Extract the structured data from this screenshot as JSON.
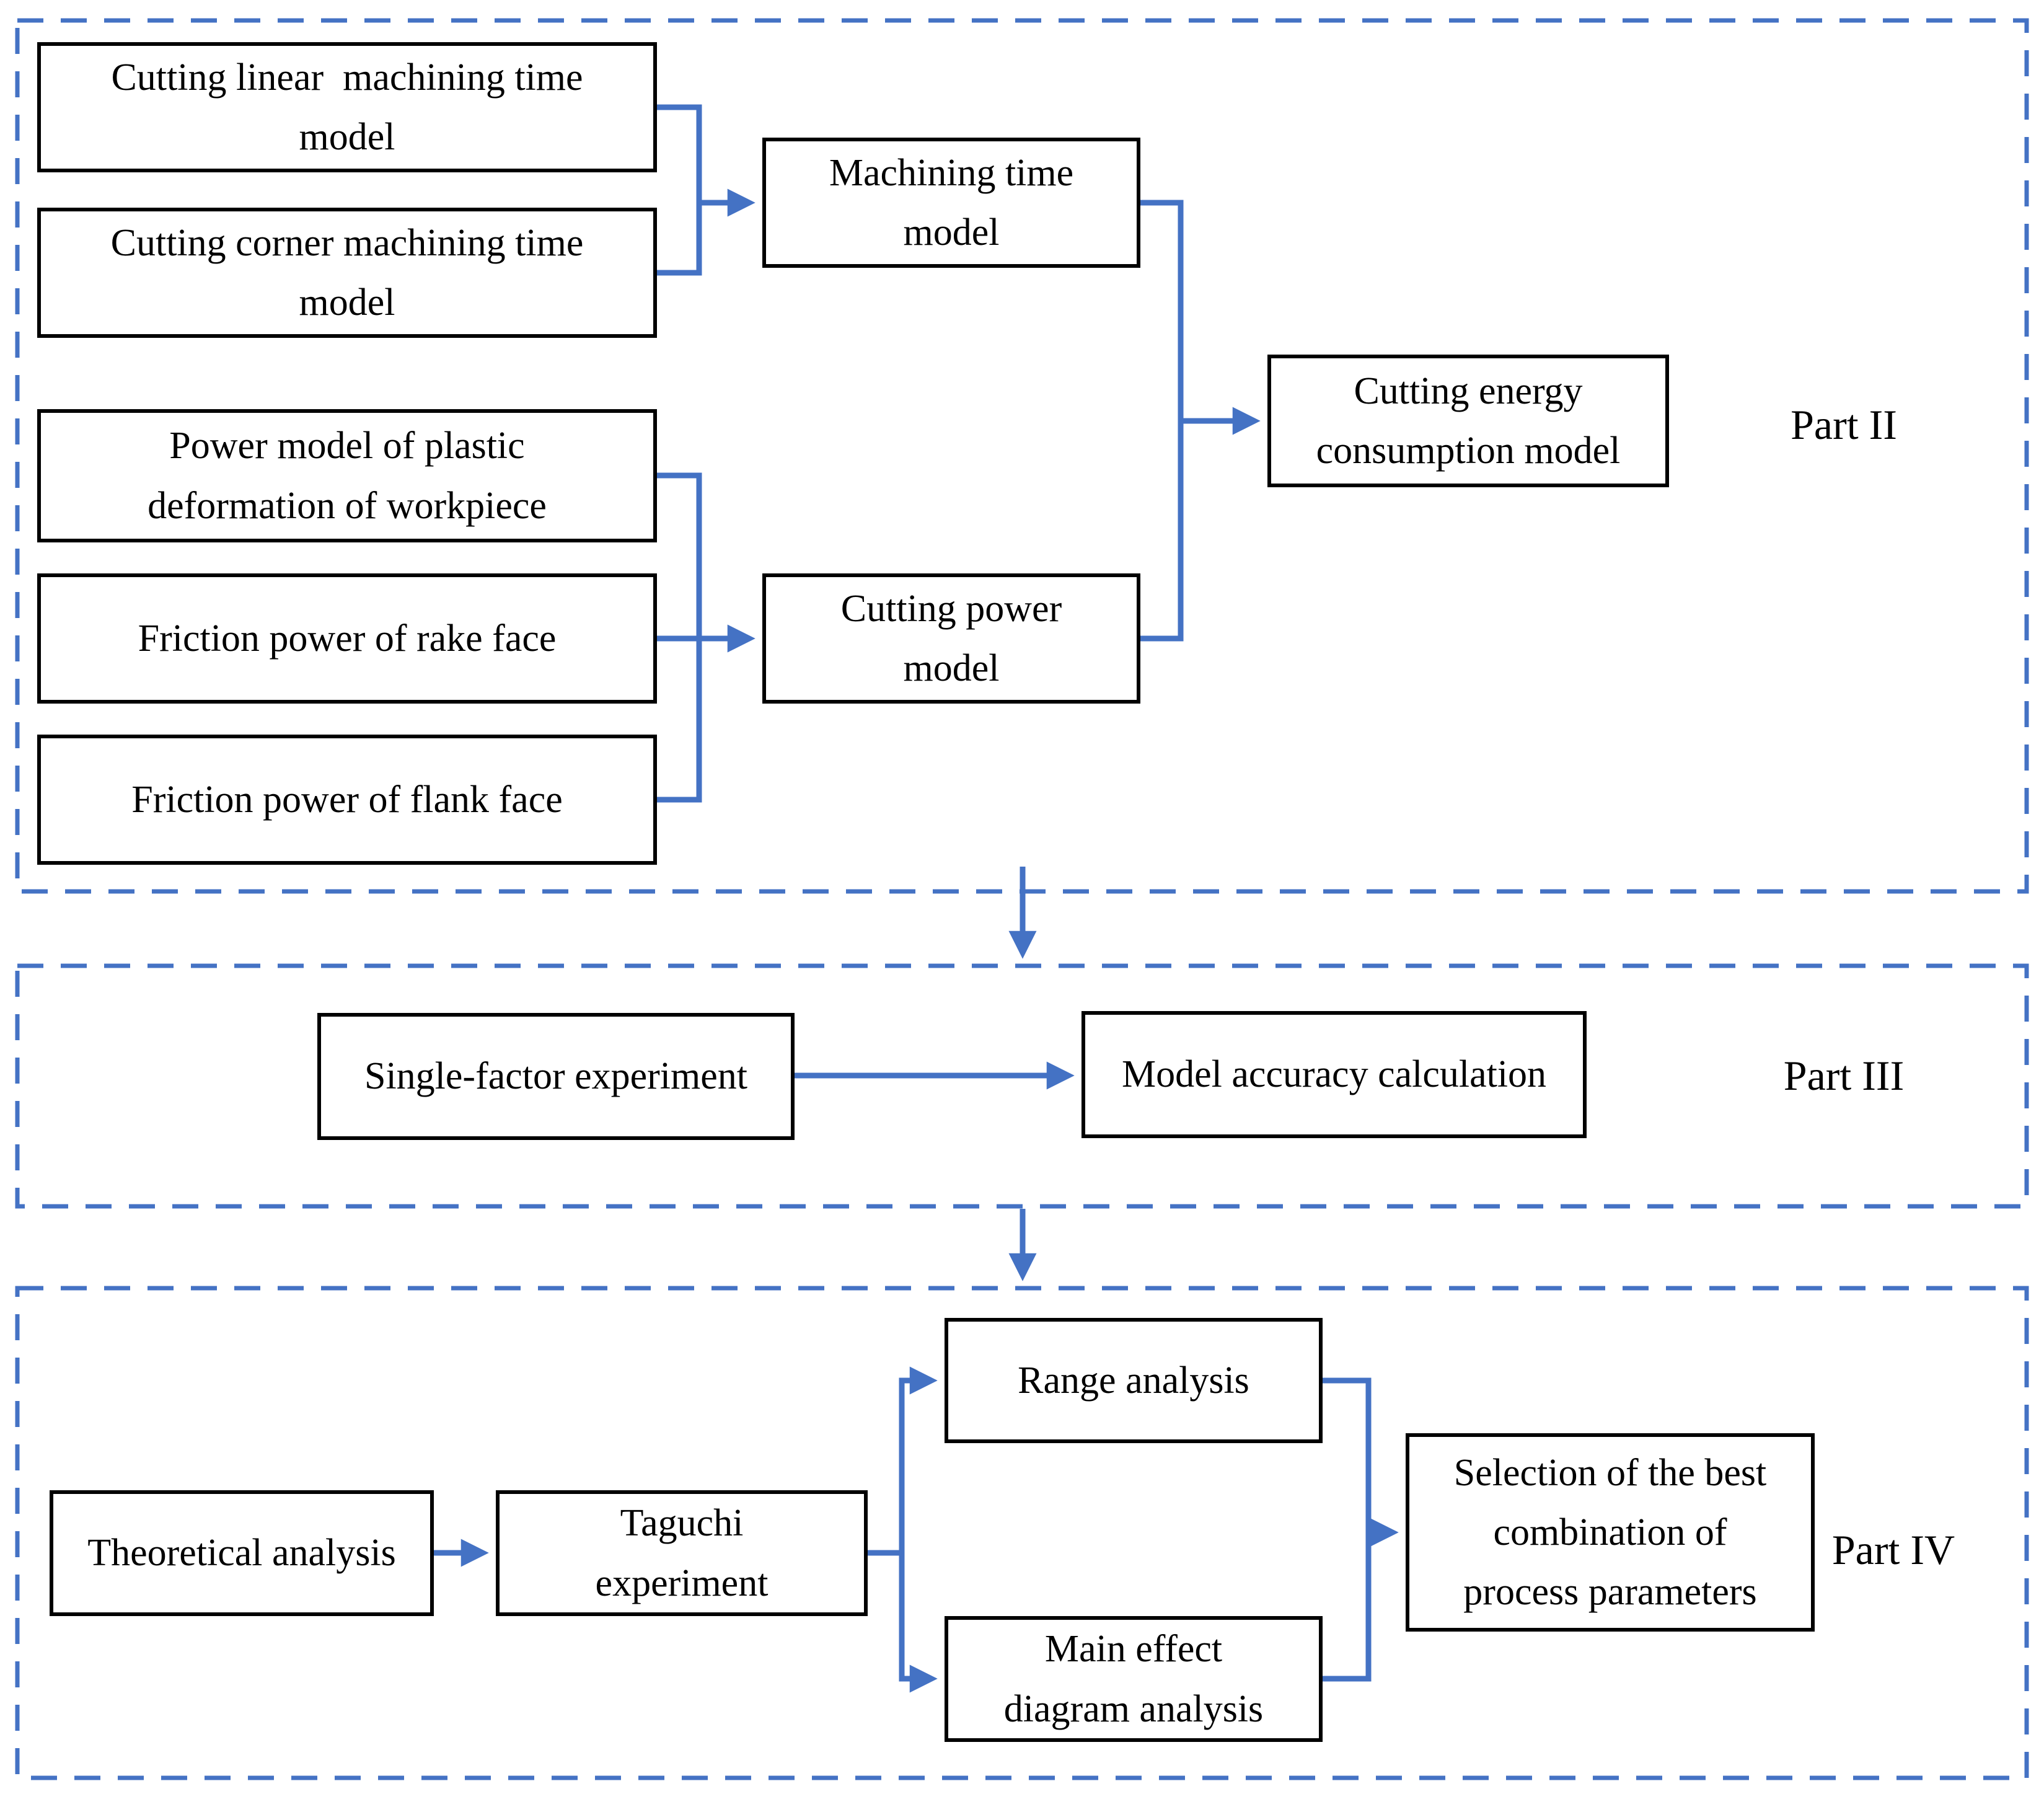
{
  "colors": {
    "accent": "#4472C4",
    "box_border": "#000000",
    "text": "#000000",
    "background": "#FFFFFF"
  },
  "sections": {
    "part2": {
      "label": "Part II"
    },
    "part3": {
      "label": "Part III"
    },
    "part4": {
      "label": "Part IV"
    }
  },
  "nodes": {
    "cutting_linear": {
      "label": "Cutting linear  machining time\nmodel"
    },
    "cutting_corner": {
      "label": "Cutting corner machining time\nmodel"
    },
    "machining_time": {
      "label": "Machining time\nmodel"
    },
    "power_plastic": {
      "label": "Power model of plastic\ndeformation of workpiece"
    },
    "friction_rake": {
      "label": "Friction power of rake face"
    },
    "friction_flank": {
      "label": "Friction power of flank face"
    },
    "cutting_power": {
      "label": "Cutting power\nmodel"
    },
    "cutting_energy": {
      "label": "Cutting energy\nconsumption model"
    },
    "single_factor": {
      "label": "Single-factor experiment"
    },
    "model_accuracy": {
      "label": "Model accuracy calculation"
    },
    "theoretical": {
      "label": "Theoretical analysis"
    },
    "taguchi": {
      "label": "Taguchi\nexperiment"
    },
    "range_analysis": {
      "label": "Range analysis"
    },
    "main_effect": {
      "label": "Main effect\ndiagram analysis"
    },
    "selection_best": {
      "label": "Selection of the best\ncombination of\nprocess parameters"
    }
  }
}
